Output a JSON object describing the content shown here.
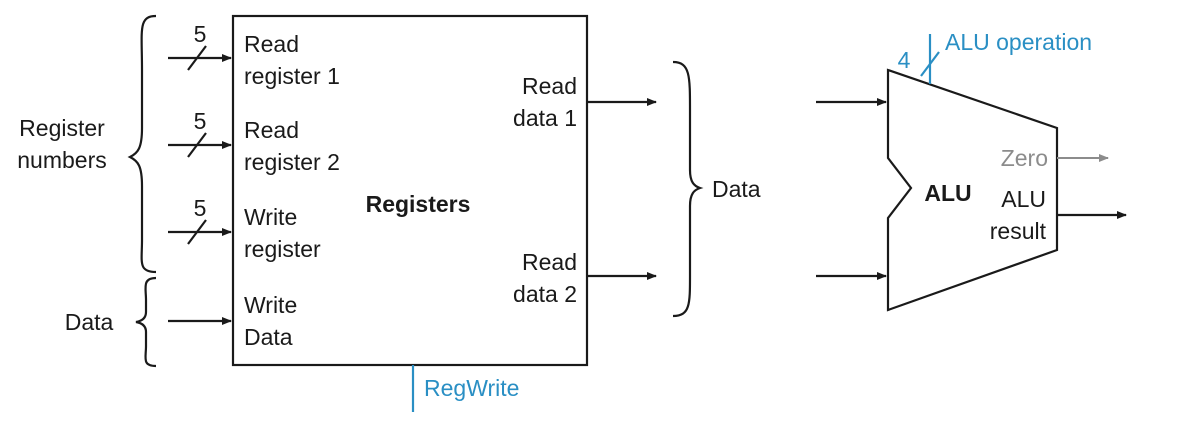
{
  "registers": {
    "title": "Registers",
    "read_register_1": [
      "Read",
      "register 1"
    ],
    "read_register_2": [
      "Read",
      "register 2"
    ],
    "write_register": [
      "Write",
      "register"
    ],
    "write_data": [
      "Write",
      "Data"
    ],
    "read_data_1": [
      "Read",
      "data 1"
    ],
    "read_data_2": [
      "Read",
      "data 2"
    ],
    "bus_width_1": "5",
    "bus_width_2": "5",
    "bus_width_3": "5",
    "control": "RegWrite"
  },
  "braces": {
    "register_numbers": [
      "Register",
      "numbers"
    ],
    "data_in": "Data",
    "data_out": "Data"
  },
  "alu": {
    "title": "ALU",
    "control": "ALU operation",
    "control_width": "4",
    "zero": "Zero",
    "result": [
      "ALU",
      "result"
    ]
  },
  "colors": {
    "line": "#1a1a1a",
    "control_blue": "#2a8fc4",
    "zero_gray": "#8c8c8c"
  }
}
